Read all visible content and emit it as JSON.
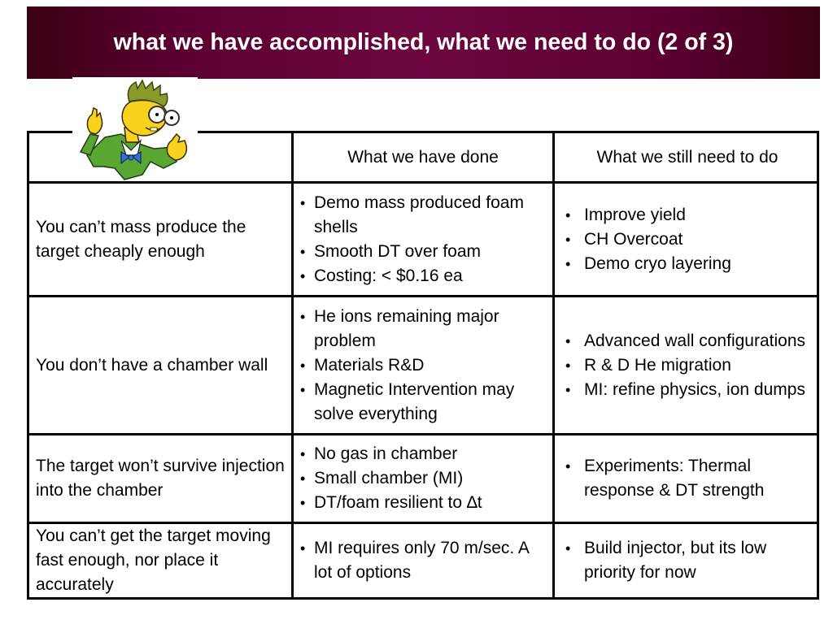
{
  "slide": {
    "title": "what we have accomplished, what we need to do (2 of 3)"
  },
  "table": {
    "headers": [
      "",
      "What we have done",
      "What we still need to do"
    ],
    "rows": [
      {
        "problem": "You can’t mass produce the target cheaply enough",
        "done": [
          "Demo mass produced foam shells",
          "Smooth DT over foam",
          "Costing: < $0.16 ea"
        ],
        "todo": [
          "Improve yield",
          "CH Overcoat",
          "Demo cryo layering"
        ]
      },
      {
        "problem": "You don’t have a chamber wall",
        "done": [
          "He ions remaining major problem",
          "Materials R&D",
          "Magnetic Intervention may solve everything"
        ],
        "todo": [
          "Advanced wall configurations",
          "R & D He migration",
          "MI: refine physics, ion dumps"
        ]
      },
      {
        "problem": "The target won’t survive injection into the chamber",
        "done": [
          "No gas in chamber",
          "Small chamber (MI)",
          "DT/foam resilient to ∆t"
        ],
        "todo": [
          "Experiments: Thermal response & DT strength"
        ]
      },
      {
        "problem": "You can’t get the target moving fast enough, nor place it accurately",
        "done": [
          "MI requires only 70 m/sec. A lot of options"
        ],
        "todo": [
          "Build injector, but its low priority for now"
        ]
      }
    ]
  },
  "illustration": {
    "icon": "cartoon-professor-icon",
    "colors": {
      "skin": "#f7d21e",
      "jacket": "#5aa632",
      "hair": "#8a9a2a",
      "bowtie": "#3a6fd6"
    }
  },
  "colors": {
    "title_bar": "#6d0640",
    "title_text": "#ffffff",
    "grid": "#000000"
  }
}
